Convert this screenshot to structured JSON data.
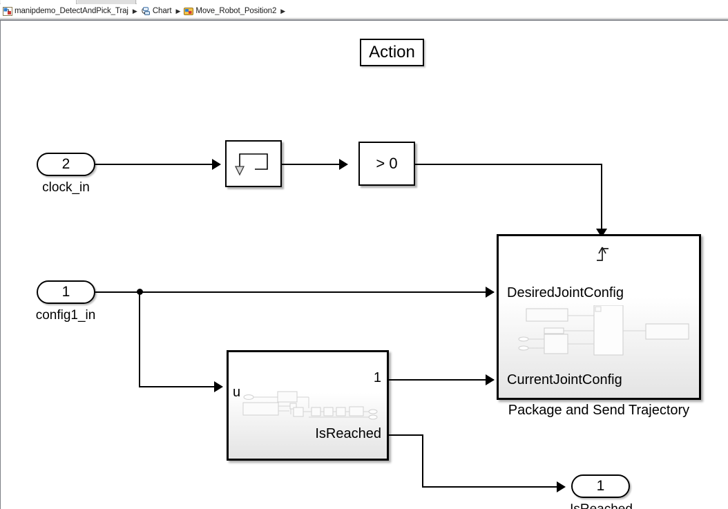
{
  "window": {
    "tabstrip_visible": true
  },
  "breadcrumb": {
    "name": "breadcrumb",
    "items": [
      {
        "label": "manipdemo_DetectAndPick_Traj",
        "icon": "simulink-model-icon"
      },
      {
        "label": "Chart",
        "icon": "stateflow-chart-icon"
      },
      {
        "label": "Move_Robot_Position2",
        "icon": "stateflow-state-icon"
      }
    ],
    "separator": "▶"
  },
  "canvas": {
    "background": "#ffffff",
    "annotation": {
      "text": "Action"
    },
    "ports_in": [
      {
        "number": "2",
        "label": "clock_in"
      },
      {
        "number": "1",
        "label": "config1_in"
      }
    ],
    "ports_out": [
      {
        "number": "1",
        "label": "IsReached"
      }
    ],
    "blocks": [
      {
        "id": "delay",
        "icon": "falling-edge-delay-icon",
        "text": ""
      },
      {
        "id": "compare",
        "text": "> 0"
      }
    ],
    "subsystems": [
      {
        "id": "is-reached-subsystem",
        "input_labels": [
          "u"
        ],
        "output_labels": [
          "1",
          "IsReached"
        ],
        "caption": ""
      },
      {
        "id": "package-and-send-trajectory",
        "trigger_icon": "rising-edge-trigger-icon",
        "input_labels": [
          "DesiredJointConfig",
          "CurrentJointConfig"
        ],
        "output_labels": [],
        "caption": "Package and Send Trajectory"
      }
    ],
    "colors": {
      "line": "#000000",
      "block_fill": "#ffffff",
      "subsystem_fill_bottom": "#e4e4e4",
      "canvas_border": "#7d7f85"
    }
  }
}
